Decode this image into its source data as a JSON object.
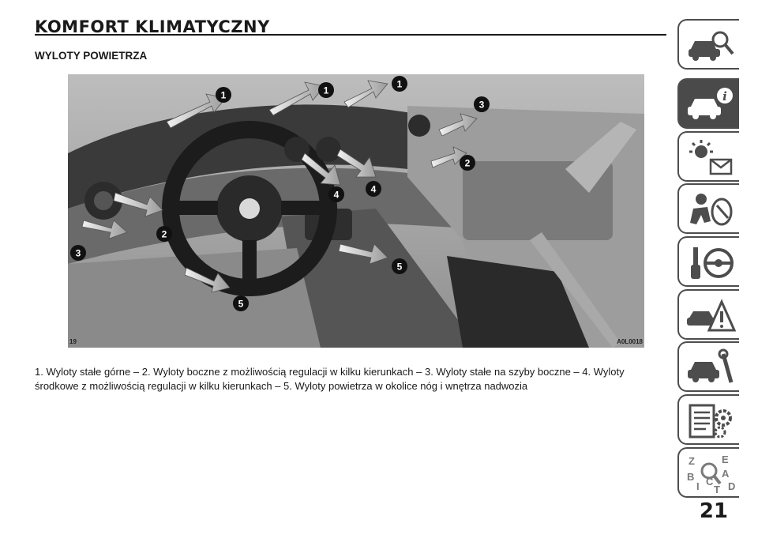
{
  "page": {
    "title": "KOMFORT KLIMATYCZNY",
    "section_heading": "WYLOTY POWIETRZA",
    "figure": {
      "number": "19",
      "code": "A0L0018",
      "callouts": [
        "1",
        "1",
        "1",
        "3",
        "2",
        "4",
        "4",
        "2",
        "3",
        "5",
        "5"
      ]
    },
    "caption": "1. Wyloty stałe górne – 2. Wyloty boczne z możliwością regulacji w kilku kierunkach – 3. Wyloty stałe na szyby boczne – 4. Wyloty środkowe z możliwością regulacji w kilku kierunkach – 5. Wyloty powietrza w okolice nóg i wnętrza nadwozia",
    "page_number": "21"
  },
  "side_nav": {
    "tabs": [
      {
        "icon": "car-inspection-icon",
        "active": false
      },
      {
        "icon": "car-info-icon",
        "active": true
      },
      {
        "icon": "warning-lights-icon",
        "active": false
      },
      {
        "icon": "airbag-safety-icon",
        "active": false
      },
      {
        "icon": "steering-wheel-icon",
        "active": false
      },
      {
        "icon": "emergency-triangle-icon",
        "active": false
      },
      {
        "icon": "car-service-icon",
        "active": false
      },
      {
        "icon": "technical-data-icon",
        "active": false
      },
      {
        "icon": "alphabetical-index-icon",
        "active": false
      }
    ]
  },
  "colors": {
    "text": "#1a1a1a",
    "tab_border": "#4d4d4d",
    "tab_active": "#4a4a4a",
    "figure_bg": "#c9c9c9"
  }
}
